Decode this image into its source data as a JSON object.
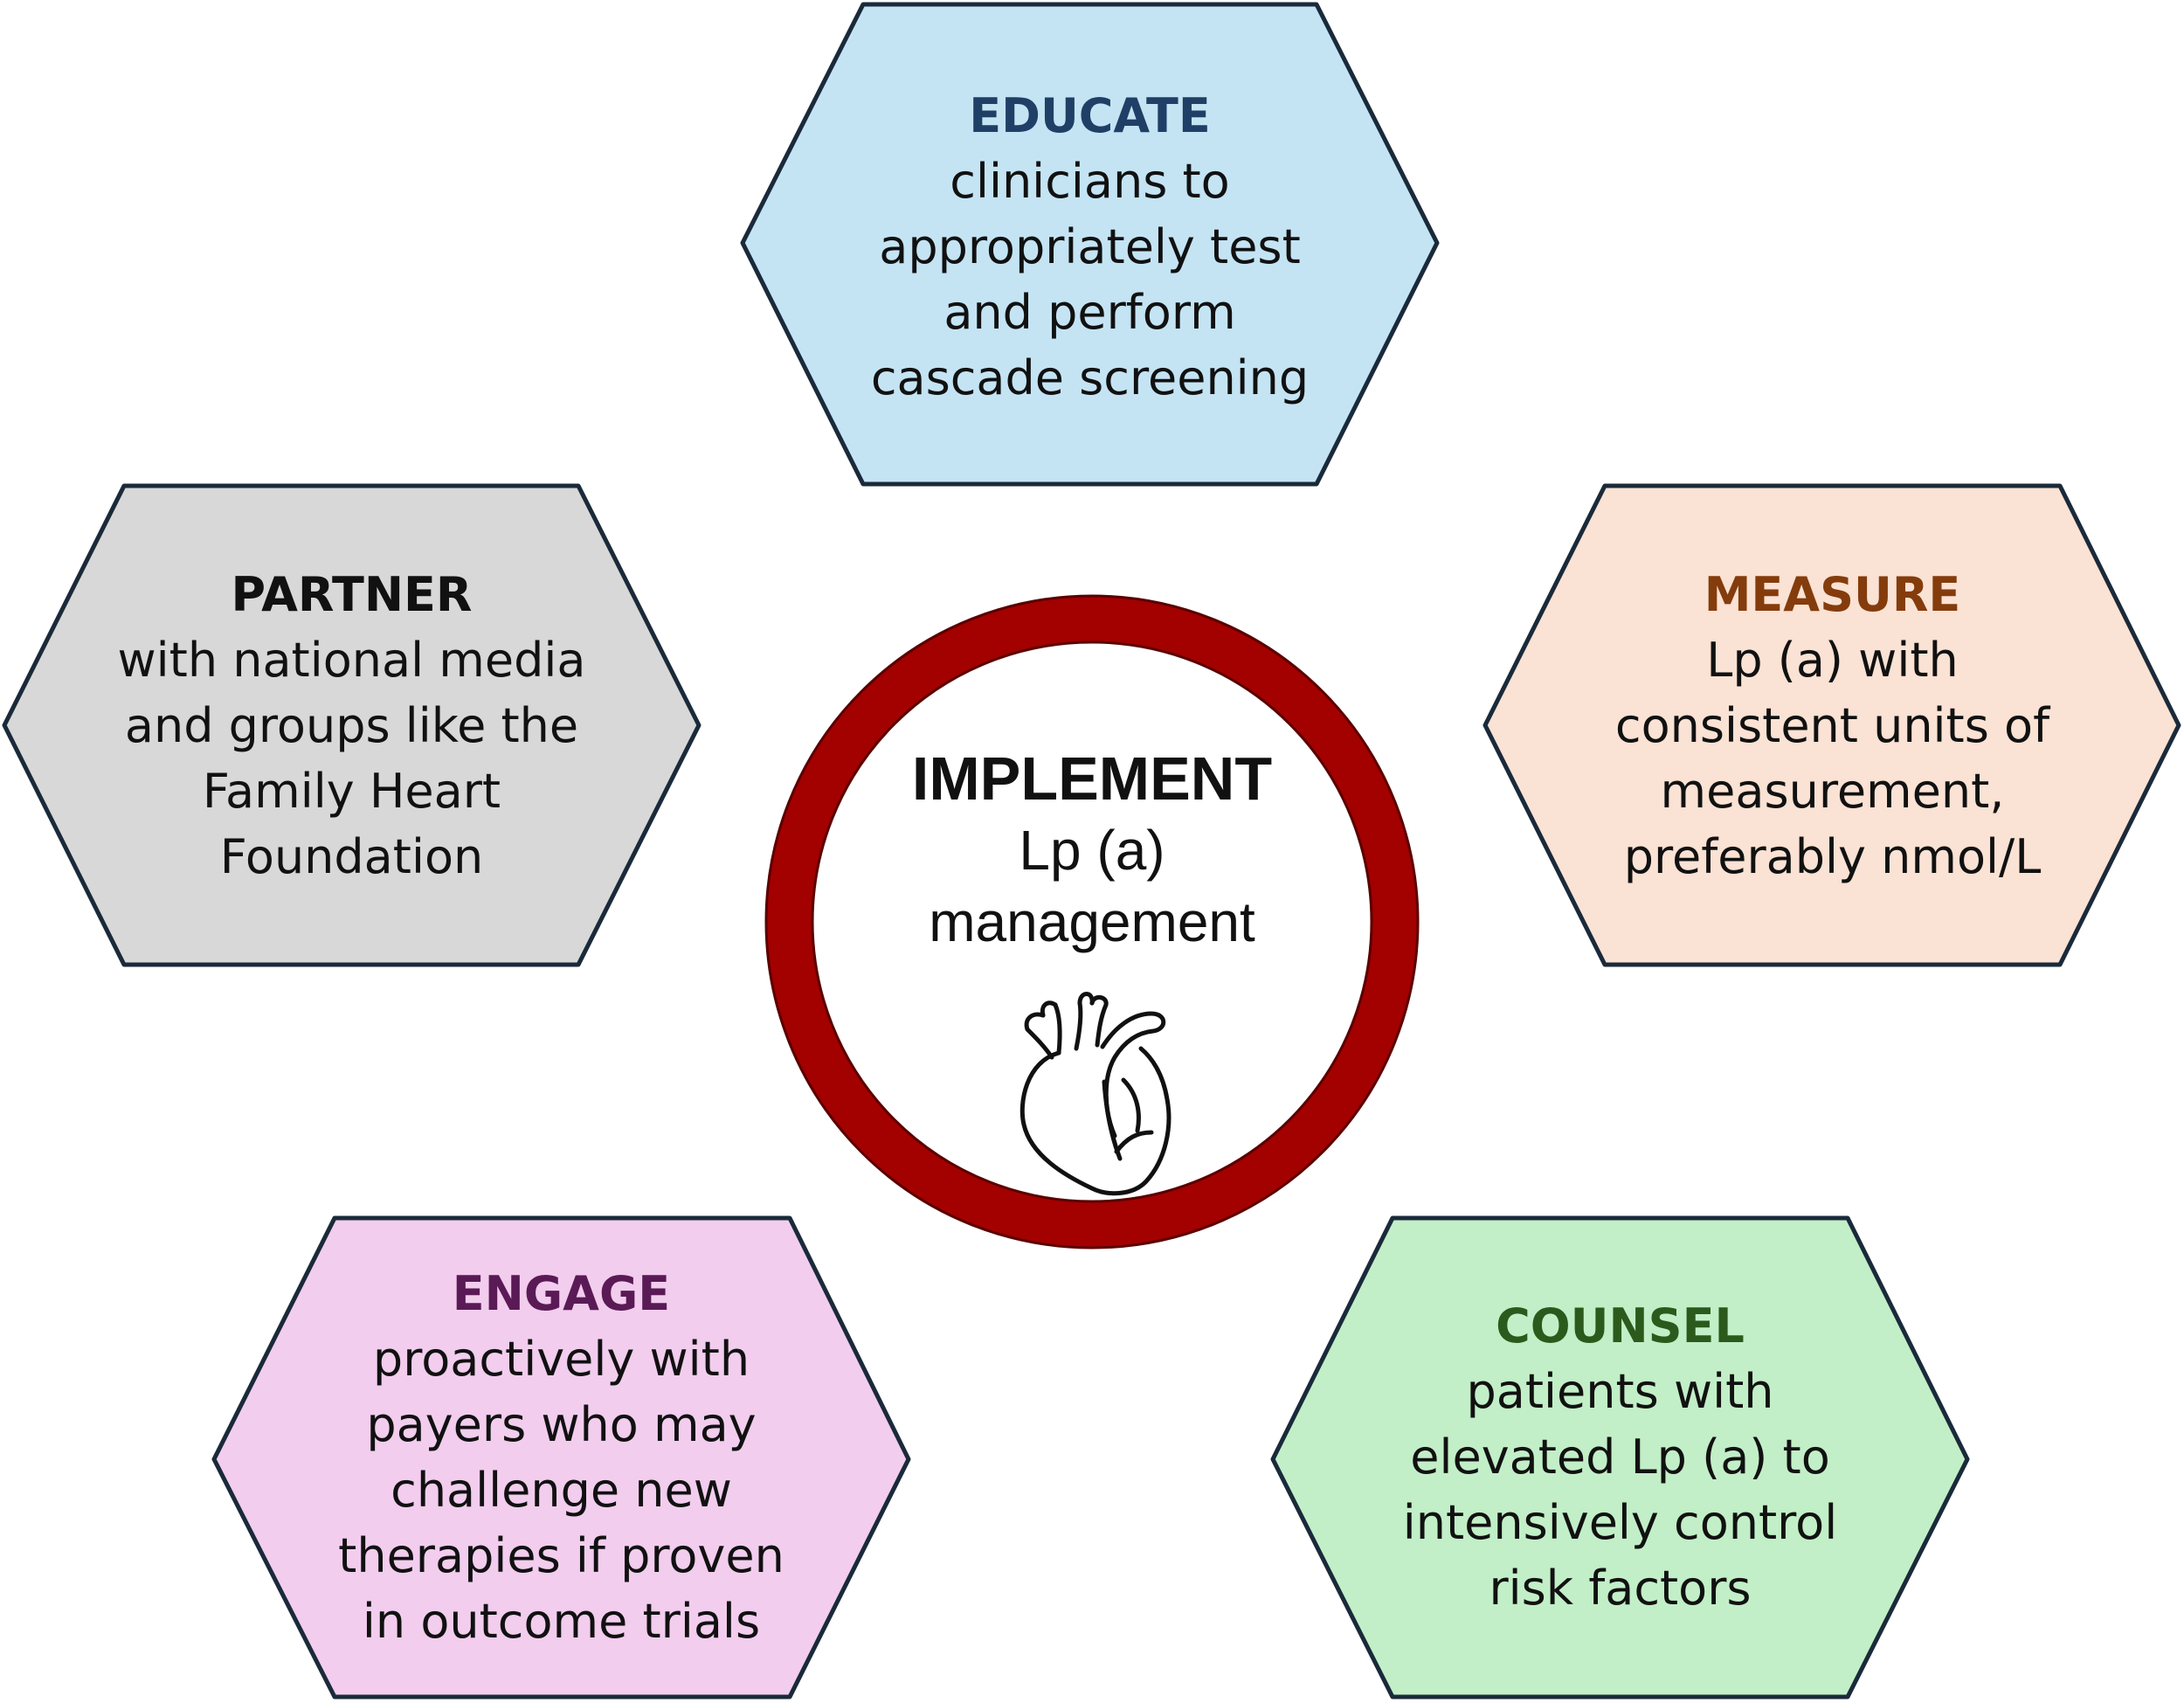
{
  "center": {
    "title": "IMPLEMENT",
    "lines": [
      "Lp (a)",
      "management"
    ],
    "icon": "heart-icon",
    "ring_color": "#a30000"
  },
  "hexagons": {
    "educate": {
      "title": "EDUCATE",
      "lines": [
        "clinicians to",
        "appropriately test",
        "and perform",
        "cascade screening"
      ],
      "fill": "#c4e4f4",
      "title_color": "#1f3f66"
    },
    "measure": {
      "title": "MEASURE",
      "lines": [
        "Lp (a) with",
        "consistent units of",
        "measurement,",
        "preferably nmol/L"
      ],
      "fill": "#fae2d4",
      "title_color": "#843c0c"
    },
    "counsel": {
      "title": "COUNSEL",
      "lines": [
        "patients with",
        "elevated Lp (a) to",
        "intensively control",
        "risk factors"
      ],
      "fill": "#c2efc7",
      "title_color": "#2b5a1c"
    },
    "engage": {
      "title": "ENGAGE",
      "lines": [
        "proactively with",
        "payers who may",
        "challenge new",
        "therapies if proven",
        "in outcome trials"
      ],
      "fill": "#f2cdee",
      "title_color": "#5a1a55"
    },
    "partner": {
      "title": "PARTNER",
      "lines": [
        "with national media",
        "and groups like the",
        "Family Heart",
        "Foundation"
      ],
      "fill": "#d8d8d8",
      "title_color": "#111111"
    }
  },
  "outline_color": "#1a2a3a"
}
